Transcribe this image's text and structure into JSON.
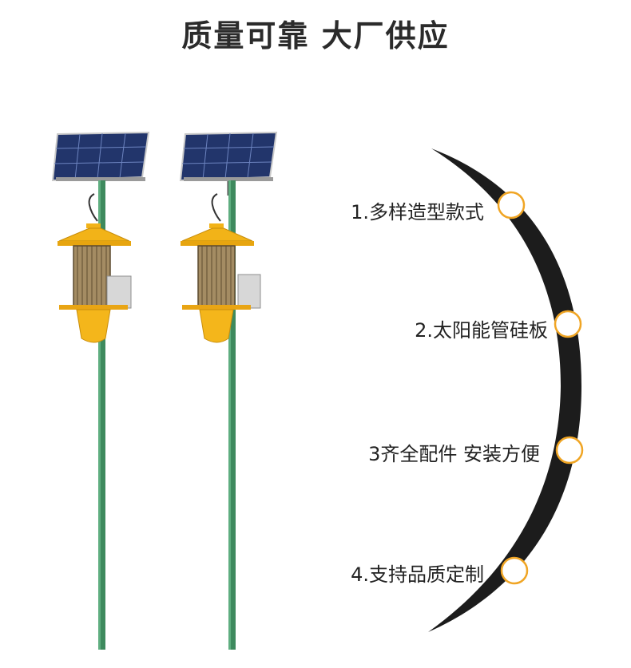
{
  "title": "质量可靠 大厂供应",
  "features": [
    {
      "label": "1.多样造型款式"
    },
    {
      "label": "2.太阳能管硅板"
    },
    {
      "label": "3齐全配件 安装方便"
    },
    {
      "label": "4.支持品质定制"
    }
  ],
  "colors": {
    "title": "#2b2b2b",
    "arc": "#1c1c1c",
    "marker": "#f0a524",
    "pole": "#3e8a5e",
    "lamp_cap": "#f2b318",
    "solar_panel": "#2a3f78"
  }
}
